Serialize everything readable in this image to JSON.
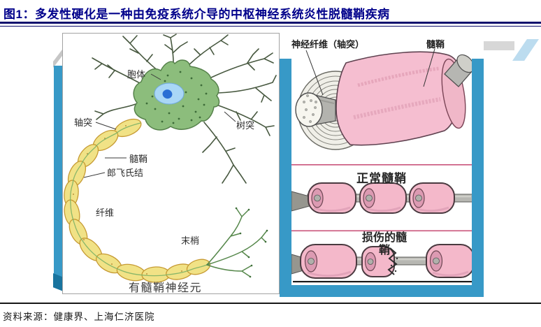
{
  "figure": {
    "title": "图1：多发性硬化是一种由免疫系统介导的中枢神经系统炎性脱髓鞘疾病",
    "source": "资料来源：健康界、上海仁济医院"
  },
  "neuron_panel": {
    "caption": "有髓鞘神经元",
    "labels": {
      "soma": "胞体",
      "axon": "轴突",
      "dendrite": "树突",
      "myelin": "髓鞘",
      "node_of_ranvier": "郎飞氏结",
      "fiber": "纤维",
      "terminal": "末梢"
    }
  },
  "myelin_panel": {
    "labels": {
      "nerve_fiber_axon": "神经纤维（轴突）",
      "myelin": "髓鞘",
      "normal_myelin": "正常髓鞘",
      "damaged_myelin": "损伤的髓鞘"
    }
  },
  "colors": {
    "title_navy": "#00008b",
    "accent_teal": "#3799c7",
    "myelin_pink": "#f4b8ca",
    "separator_crimson": "#c9537a",
    "axon_yellow": "#f1e286",
    "soma_green": "#8cbd7c"
  }
}
